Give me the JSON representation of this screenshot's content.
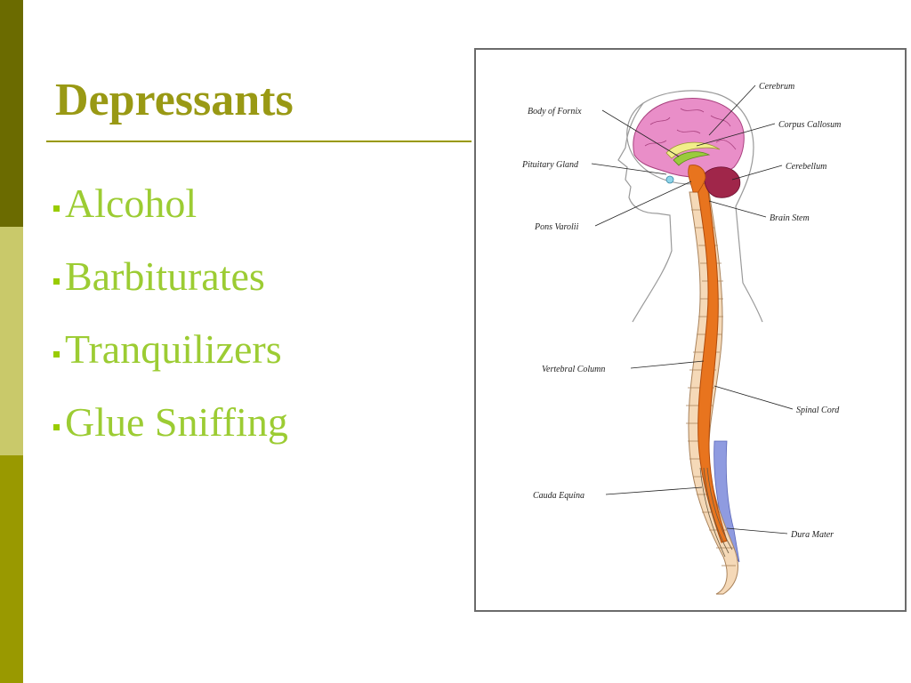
{
  "slide": {
    "title": "Depressants",
    "bullets": [
      "Alcohol",
      "Barbiturates",
      "Tranquilizers",
      "Glue Sniffing"
    ]
  },
  "diagram": {
    "labels": {
      "cerebrum": "Cerebrum",
      "body_of_fornix": "Body of Fornix",
      "corpus_callosum": "Corpus Callosum",
      "pituitary_gland": "Pituitary Gland",
      "cerebellum": "Cerebellum",
      "pons_varolii": "Pons Varolii",
      "brain_stem": "Brain Stem",
      "vertebral_column": "Vertebral Column",
      "spinal_cord": "Spinal Cord",
      "cauda_equina": "Cauda Equina",
      "dura_mater": "Dura Mater"
    }
  },
  "colors": {
    "title": "#999914",
    "bullet_text": "#9ccc33",
    "brain": "#e98ec8",
    "spinal_cord": "#e8741e",
    "vertebrae": "#f5d9b8",
    "cerebellum": "#a0264a",
    "dura_mater": "#8f9be0"
  }
}
